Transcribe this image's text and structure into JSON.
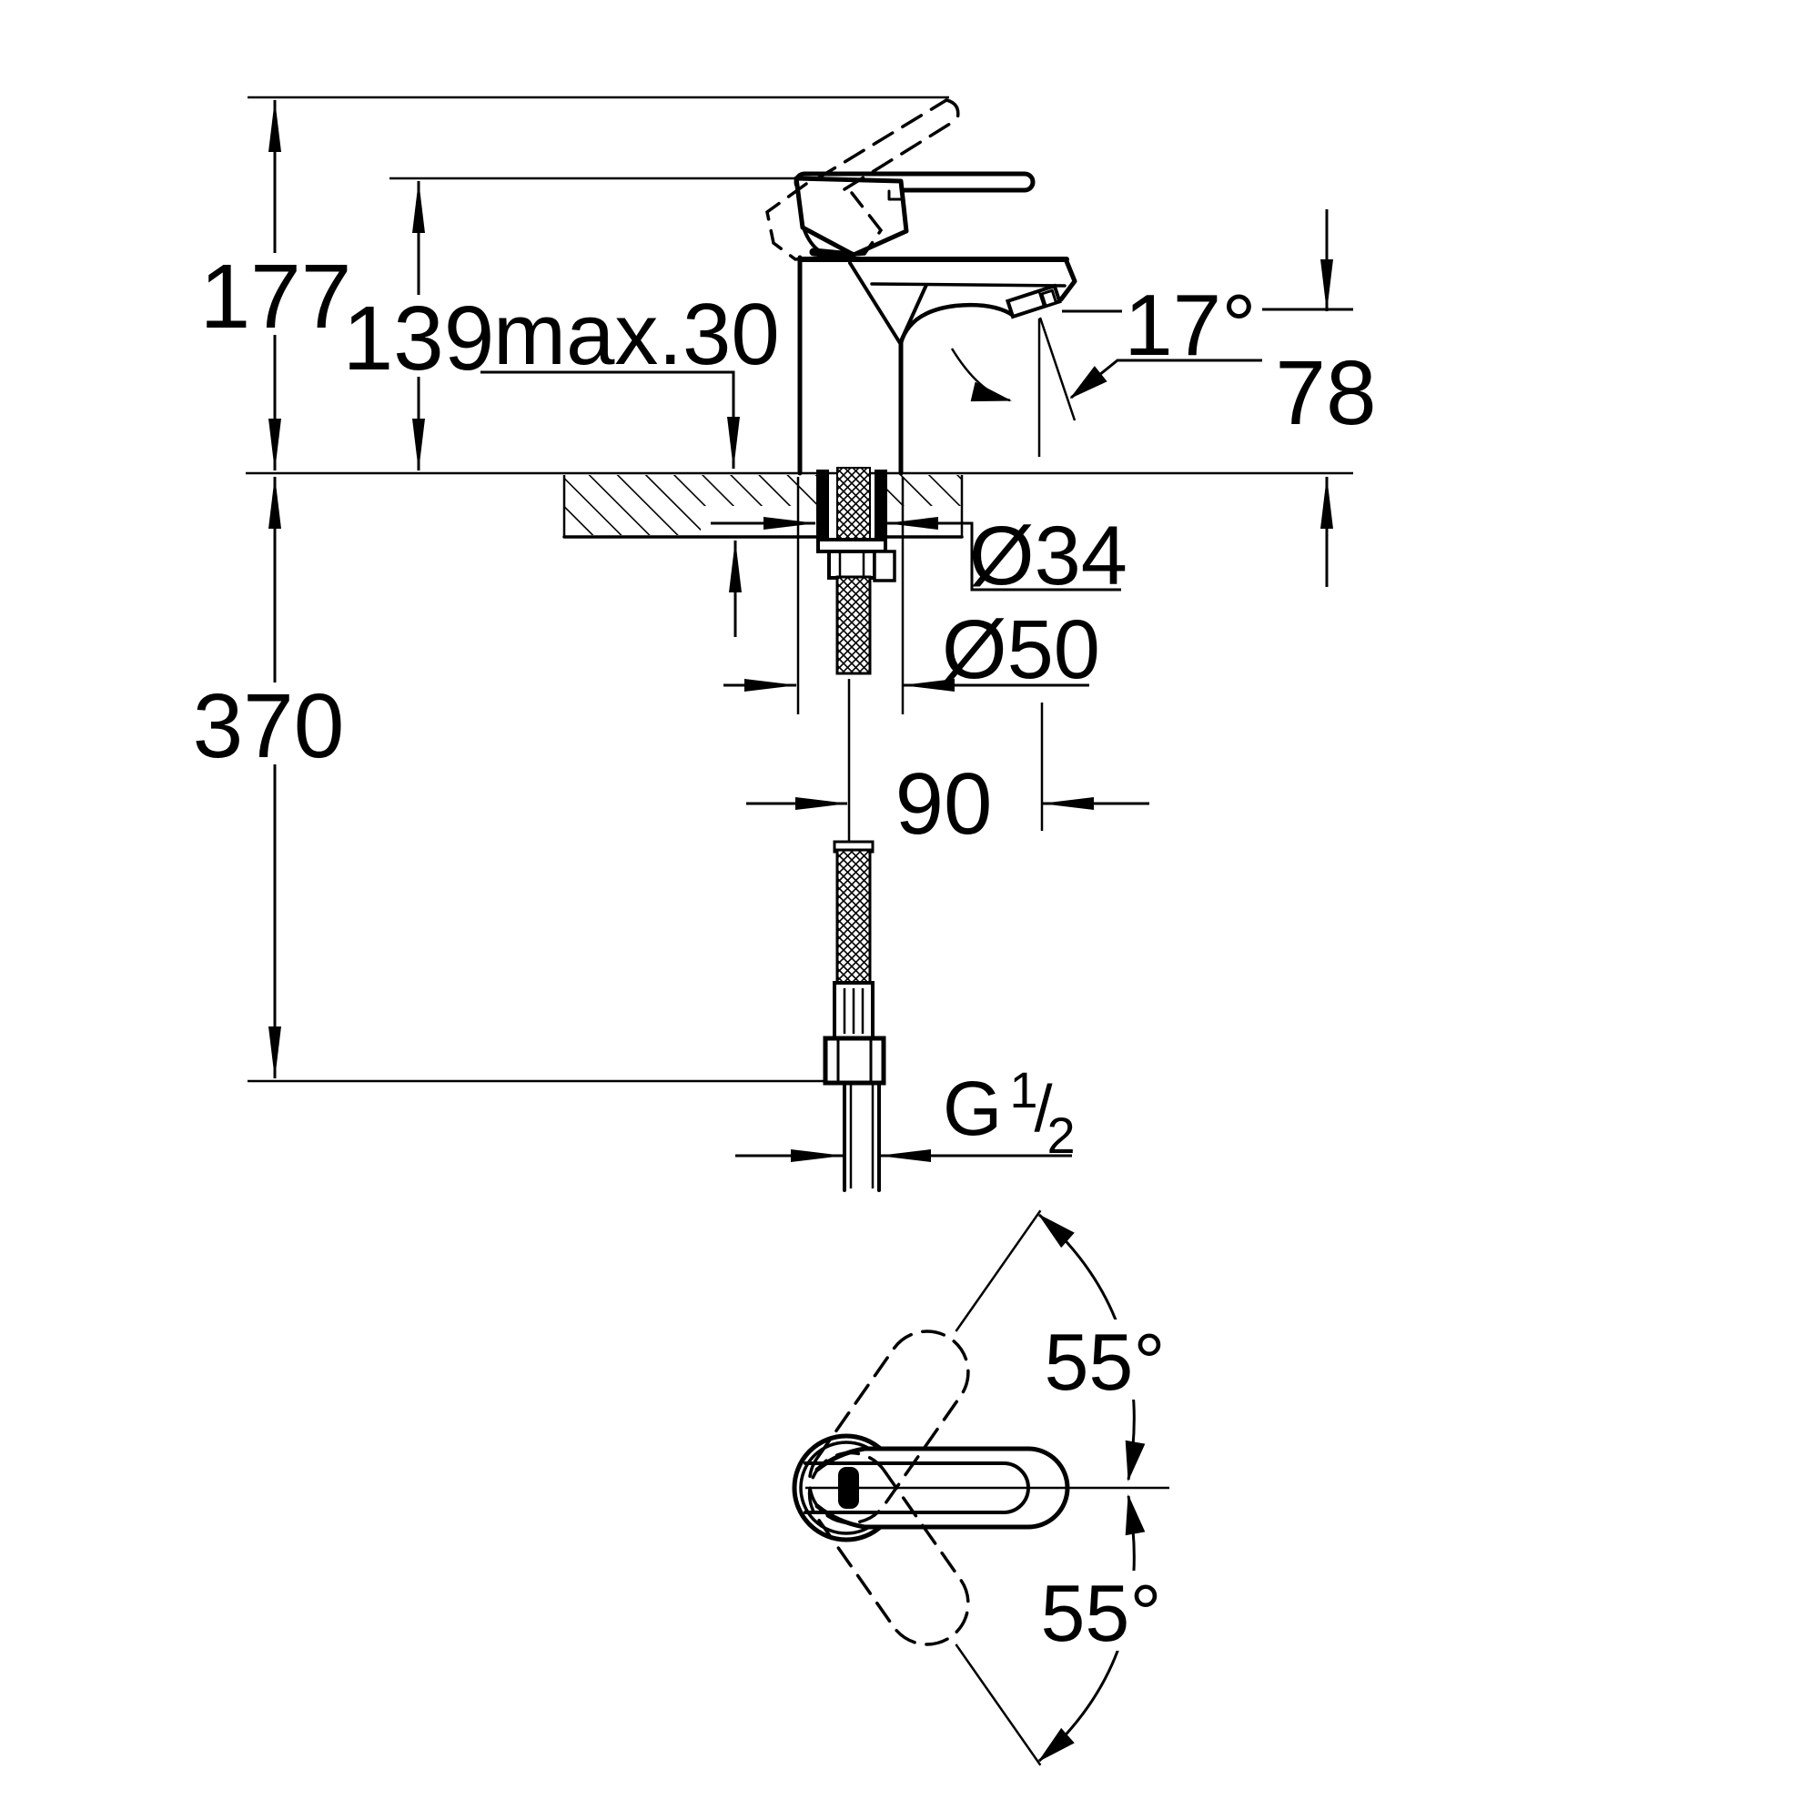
{
  "front_view": {
    "dim_total_height": {
      "label": "177"
    },
    "dim_height_to_lever": {
      "label": "139"
    },
    "dim_max_deck_thickness": {
      "label": "max.30"
    },
    "dim_spout_angle": {
      "label": "17°"
    },
    "dim_outlet_height": {
      "label": "78"
    },
    "dim_shank_diameter": {
      "label": "Ø34"
    },
    "dim_base_diameter": {
      "label": "Ø50"
    },
    "dim_spout_reach": {
      "label": "90"
    },
    "dim_supply_hose_length": {
      "label": "370"
    },
    "dim_connection_thread": {
      "prefix": "G",
      "numerator": "1",
      "fraction_slash": "/",
      "denominator": "2"
    }
  },
  "top_view": {
    "dim_lever_swivel_upper": {
      "label": "55°"
    },
    "dim_lever_swivel_lower": {
      "label": "55°"
    }
  },
  "colors": {
    "line_color": "#000000",
    "background_color": "#ffffff"
  }
}
